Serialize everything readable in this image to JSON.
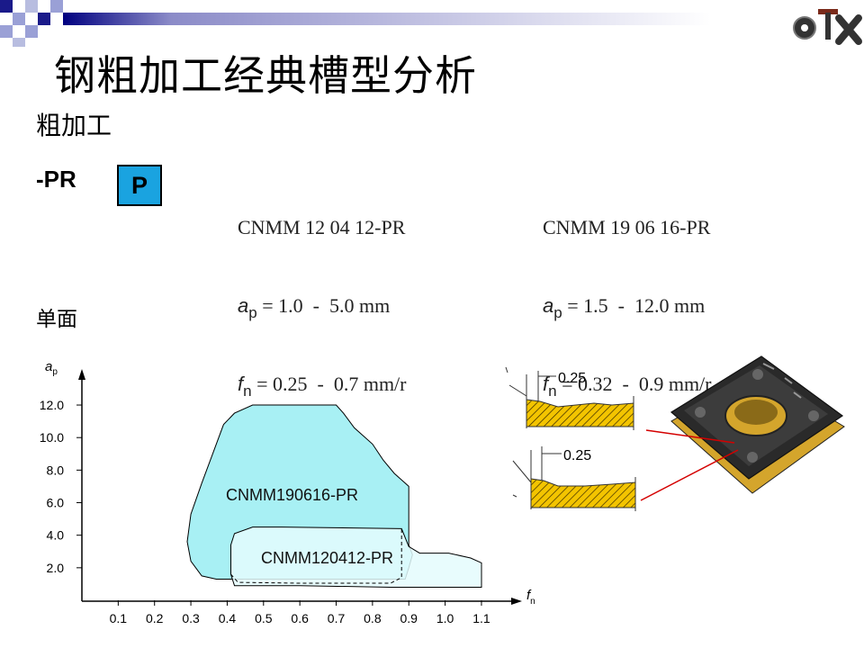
{
  "slide": {
    "title": "钢粗加工经典槽型分析",
    "subtitle": "粗加工",
    "geometry_label": "-PR",
    "material_badge": "P",
    "material_badge_color": "#1aa3e0",
    "section_label": "单面"
  },
  "specs": [
    {
      "name": "CNMM 12 04 12-PR",
      "ap_symbol": "a",
      "ap_sub": "p",
      "ap_range": " = 1.0  -  5.0 mm",
      "fn_symbol": "f",
      "fn_sub": "n",
      "fn_range": " = 0.25  -  0.7 mm/r"
    },
    {
      "name": "CNMM 19 06 16-PR",
      "ap_symbol": "a",
      "ap_sub": "p",
      "ap_range": " = 1.5  -  12.0 mm",
      "fn_symbol": "f",
      "fn_sub": "n",
      "fn_range": " = 0.32  -  0.9 mm/r"
    }
  ],
  "profiles": {
    "dim_top": "0.25",
    "dim_bottom": "0.25"
  },
  "colors": {
    "region_large": "#a8f0f4",
    "region_small": "#e4fbfd",
    "hatch_fill": "#f3c400",
    "leader_line": "#d40000",
    "insert_gold": "#d4a52c",
    "insert_dark": "#222222"
  },
  "chart_data": {
    "type": "area",
    "ylabel_symbol": "a",
    "ylabel_sub": "p",
    "xlabel_symbol": "f",
    "xlabel_sub": "n",
    "xlim": [
      0,
      1.2
    ],
    "ylim": [
      0,
      14
    ],
    "xticks": [
      "0.1",
      "0.2",
      "0.3",
      "0.4",
      "0.5",
      "0.6",
      "0.7",
      "0.8",
      "0.9",
      "1.0",
      "1.1"
    ],
    "yticks": [
      "2.0",
      "4.0",
      "6.0",
      "8.0",
      "10.0",
      "12.0"
    ],
    "grid": false,
    "series": [
      {
        "name": "CNMM190616-PR",
        "boundary": [
          [
            0.37,
            1.3
          ],
          [
            0.33,
            1.5
          ],
          [
            0.3,
            2.4
          ],
          [
            0.29,
            3.6
          ],
          [
            0.3,
            5.3
          ],
          [
            0.33,
            7.2
          ],
          [
            0.36,
            9.0
          ],
          [
            0.39,
            10.8
          ],
          [
            0.42,
            11.5
          ],
          [
            0.47,
            12.0
          ],
          [
            0.7,
            12.0
          ],
          [
            0.72,
            11.5
          ],
          [
            0.75,
            10.6
          ],
          [
            0.8,
            9.6
          ],
          [
            0.83,
            8.6
          ],
          [
            0.86,
            7.8
          ],
          [
            0.88,
            7.4
          ],
          [
            0.9,
            7.0
          ],
          [
            0.9,
            3.4
          ],
          [
            0.91,
            2.8
          ],
          [
            0.9,
            2.0
          ],
          [
            0.89,
            1.3
          ],
          [
            0.6,
            1.3
          ]
        ]
      },
      {
        "name": "CNMM120412-PR",
        "boundary": [
          [
            0.42,
            0.9
          ],
          [
            0.41,
            1.6
          ],
          [
            0.41,
            3.4
          ],
          [
            0.42,
            4.1
          ],
          [
            0.47,
            4.5
          ],
          [
            0.55,
            4.5
          ],
          [
            0.88,
            4.4
          ],
          [
            0.9,
            3.3
          ],
          [
            0.93,
            2.9
          ],
          [
            1.01,
            2.9
          ],
          [
            1.07,
            2.6
          ],
          [
            1.1,
            2.3
          ],
          [
            1.1,
            0.8
          ],
          [
            0.85,
            0.8
          ],
          [
            0.6,
            0.9
          ]
        ]
      }
    ]
  }
}
